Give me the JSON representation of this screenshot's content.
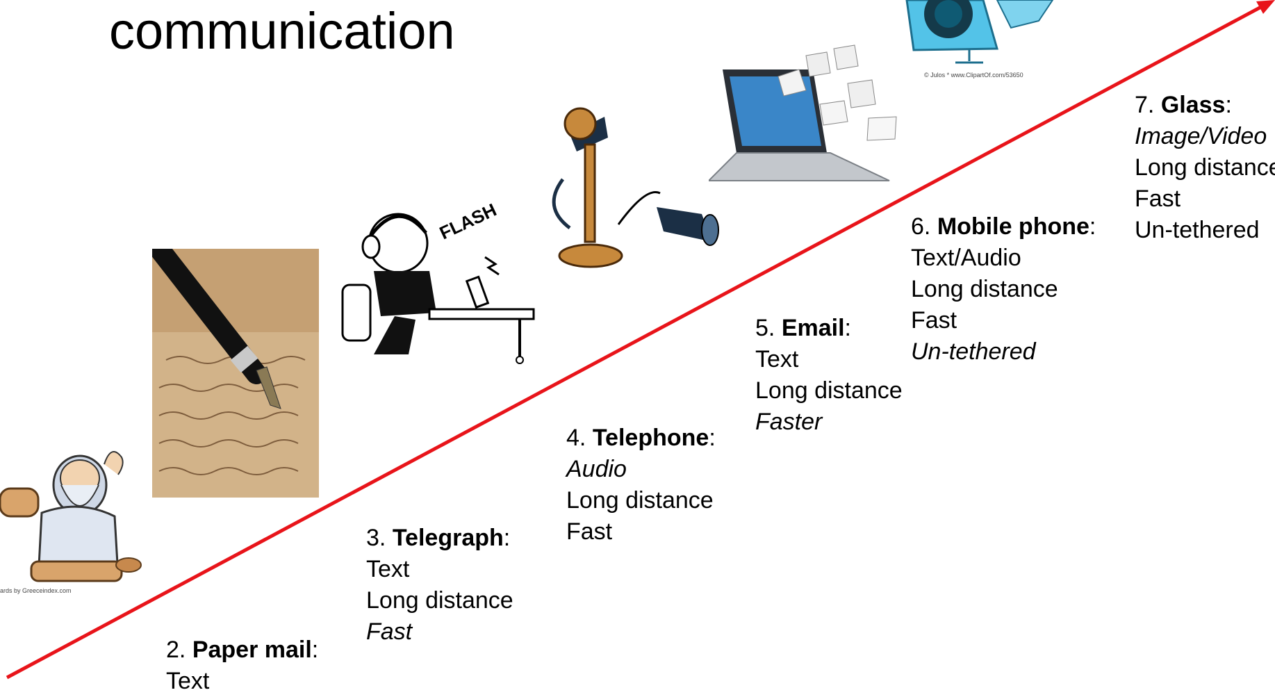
{
  "title": "communication",
  "stages": [
    {
      "num": "2.",
      "name": "Paper mail",
      "lines": [
        "Text"
      ],
      "italic": []
    },
    {
      "num": "3.",
      "name": "Telegraph",
      "lines": [
        "Text",
        "Long distance",
        "Fast"
      ],
      "italic": [
        2
      ]
    },
    {
      "num": "4.",
      "name": "Telephone",
      "lines": [
        "Audio",
        "Long distance",
        "Fast"
      ],
      "italic": [
        0
      ]
    },
    {
      "num": "5.",
      "name": "Email",
      "lines": [
        "Text",
        "Long distance",
        "Faster"
      ],
      "italic": [
        2
      ]
    },
    {
      "num": "6.",
      "name": "Mobile phone",
      "lines": [
        "Text/Audio",
        "Long distance",
        "Fast",
        "Un-tethered"
      ],
      "italic": [
        3
      ]
    },
    {
      "num": "7.",
      "name": "Glass",
      "lines": [
        "Image/Video",
        "Long distance",
        "Fast",
        "Un-tethered"
      ],
      "italic": [
        0
      ]
    }
  ],
  "credits": {
    "philosopher": "ards by Greeceindex.com",
    "phone": "© Julos  *  www.ClipartOf.com/53650"
  },
  "colors": {
    "arrow": "#e8141a"
  }
}
